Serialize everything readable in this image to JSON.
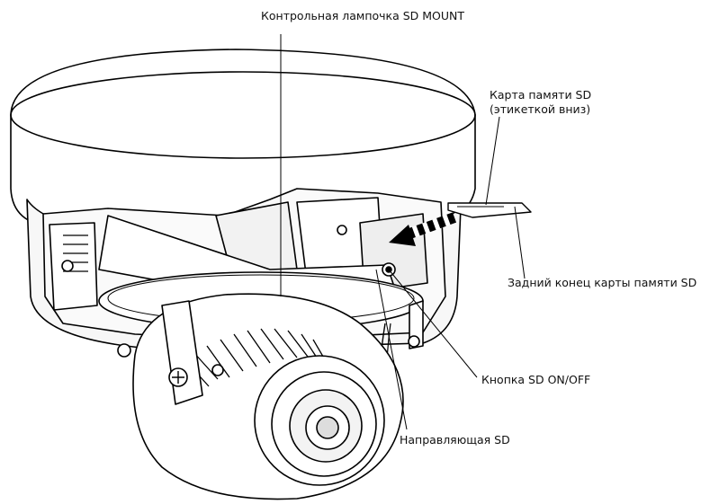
{
  "labels": {
    "sd_mount_lamp": "Контрольная лампочка SD MOUNT",
    "sd_card_line1": "Карта памяти SD",
    "sd_card_line2": "(этикеткой вниз)",
    "card_rear_end": "Задний конец карты памяти SD",
    "sd_on_off_button": "Кнопка SD ON/OFF",
    "sd_guide": "Направляющая SD"
  },
  "colors": {
    "stroke": "#000000",
    "fill": "#ffffff",
    "shade": "#e6e6e6",
    "dark": "#3a3a3a"
  }
}
